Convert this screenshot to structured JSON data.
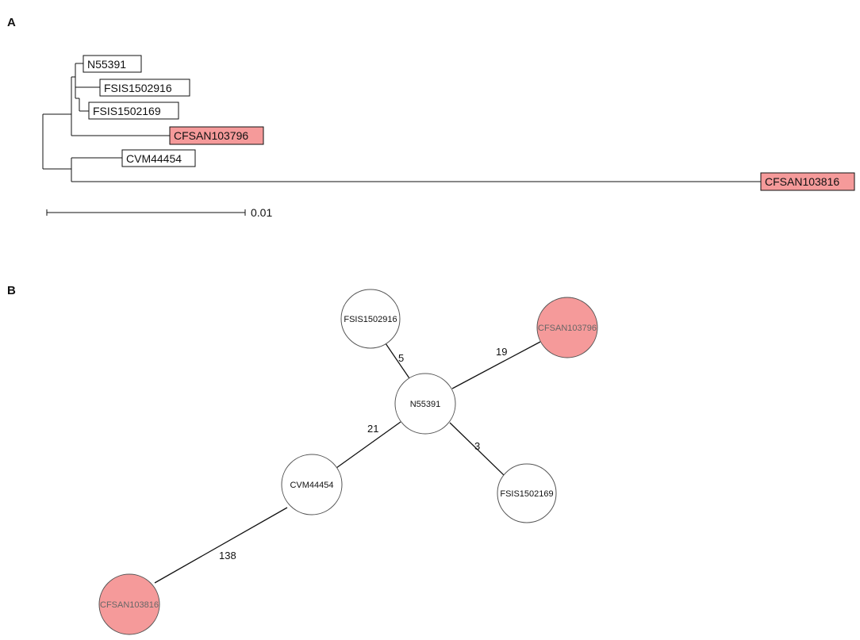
{
  "panel_a": {
    "letter": "A",
    "scale_bar_label": "0.01",
    "leaves": [
      {
        "id": "n55391",
        "label": "N55391",
        "highlight": false
      },
      {
        "id": "fsis1502916",
        "label": "FSIS1502916",
        "highlight": false
      },
      {
        "id": "fsis1502169",
        "label": "FSIS1502169",
        "highlight": false
      },
      {
        "id": "cfsan103796",
        "label": "CFSAN103796",
        "highlight": true
      },
      {
        "id": "cvm44454",
        "label": "CVM44454",
        "highlight": false
      },
      {
        "id": "cfsan103816",
        "label": "CFSAN103816",
        "highlight": true
      }
    ]
  },
  "panel_b": {
    "letter": "B",
    "nodes": [
      {
        "id": "n55391",
        "label": "N55391",
        "highlight": false
      },
      {
        "id": "fsis1502916",
        "label": "FSIS1502916",
        "highlight": false
      },
      {
        "id": "cfsan103796",
        "label": "CFSAN103796",
        "highlight": true
      },
      {
        "id": "fsis1502169",
        "label": "FSIS1502169",
        "highlight": false
      },
      {
        "id": "cvm44454",
        "label": "CVM44454",
        "highlight": false
      },
      {
        "id": "cfsan103816",
        "label": "CFSAN103816",
        "highlight": true
      }
    ],
    "edges": [
      {
        "from": "fsis1502916",
        "to": "n55391",
        "label": "5"
      },
      {
        "from": "n55391",
        "to": "cfsan103796",
        "label": "19"
      },
      {
        "from": "n55391",
        "to": "fsis1502169",
        "label": "3"
      },
      {
        "from": "n55391",
        "to": "cvm44454",
        "label": "21"
      },
      {
        "from": "cvm44454",
        "to": "cfsan103816",
        "label": "138"
      }
    ]
  },
  "colors": {
    "highlight_fill": "#f59a9a",
    "line": "#111111",
    "node_stroke": "#555555"
  }
}
